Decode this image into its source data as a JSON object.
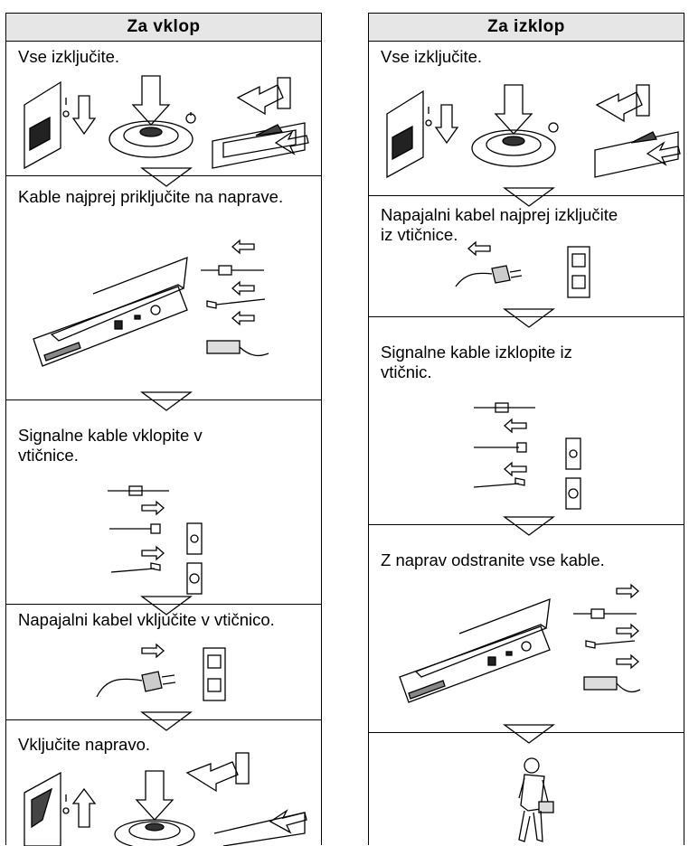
{
  "left": {
    "header": "Za vklop",
    "steps": [
      {
        "text": "Vse izključite."
      },
      {
        "text": "Kable najprej priključite na naprave."
      },
      {
        "text": "Signalne kable vklopite v\nvtičnice."
      },
      {
        "text": "Napajalni kabel vključite v vtičnico."
      },
      {
        "text": "Vključite napravo."
      }
    ]
  },
  "right": {
    "header": "Za izklop",
    "steps": [
      {
        "text": "Vse izključite."
      },
      {
        "text": "Napajalni kabel najprej izključite\niz vtičnice."
      },
      {
        "text": "Signalne kable izklopite iz\nvtičnic."
      },
      {
        "text": "Z naprav odstranite vse kable."
      },
      {
        "text": ""
      }
    ]
  }
}
